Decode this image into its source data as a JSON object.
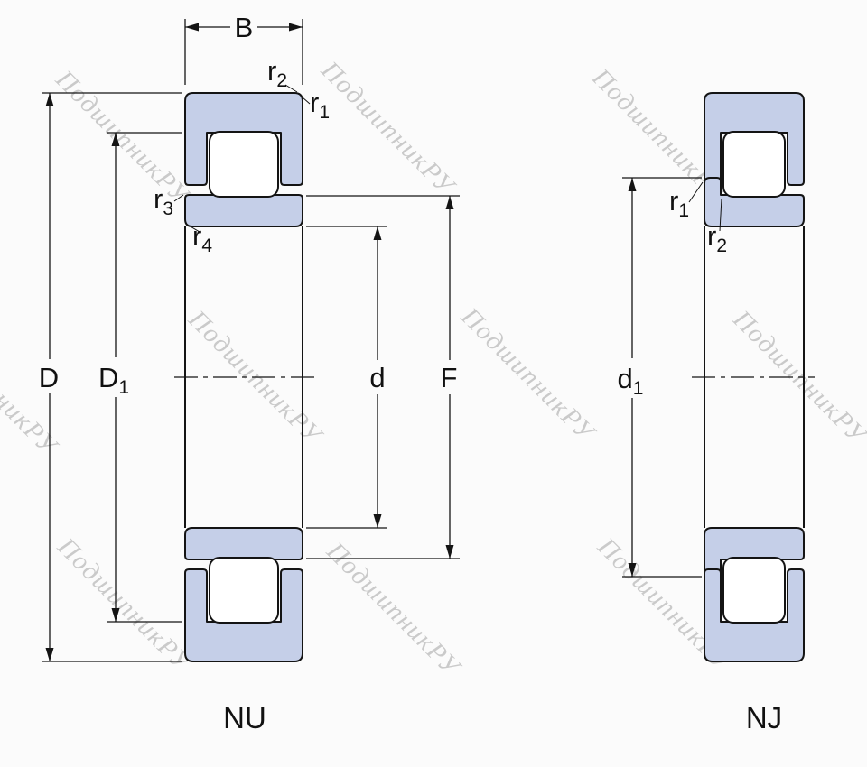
{
  "watermark": {
    "text": "ПодшипникРУ"
  },
  "views": {
    "nu": {
      "caption": "NU",
      "dims": {
        "B": {
          "base": "B"
        },
        "D": {
          "base": "D"
        },
        "D1": {
          "base": "D",
          "sub": "1"
        },
        "d": {
          "base": "d"
        },
        "F": {
          "base": "F"
        },
        "r1": {
          "base": "r",
          "sub": "1"
        },
        "r2": {
          "base": "r",
          "sub": "2"
        },
        "r3": {
          "base": "r",
          "sub": "3"
        },
        "r4": {
          "base": "r",
          "sub": "4"
        }
      }
    },
    "nj": {
      "caption": "NJ",
      "dims": {
        "d1": {
          "base": "d",
          "sub": "1"
        },
        "r1": {
          "base": "r",
          "sub": "1"
        },
        "r2": {
          "base": "r",
          "sub": "2"
        }
      }
    }
  },
  "colors": {
    "ring_fill": "#c5cfe8",
    "line": "#141414",
    "text": "#111111",
    "watermark": "#9a9a9a",
    "background": "#fbfbfb"
  }
}
